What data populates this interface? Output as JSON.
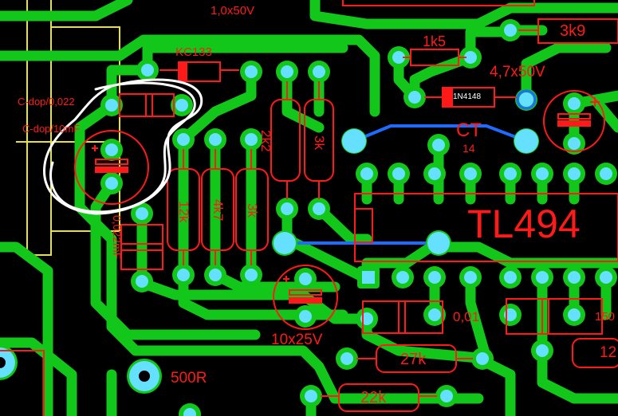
{
  "colors": {
    "background": "#000000",
    "copper": "#12c71a",
    "pad": "#66e0ff",
    "silkscreen": "#ff1a1a",
    "jumper": "#1f6bff",
    "outline": "#e8e230",
    "annotation": "#ffffff"
  },
  "labels": {
    "cap_top": "1,0x50V",
    "kc133": "KC133",
    "r1k5": "1k5",
    "r3k9": "3k9",
    "cap47": "4,7x50V",
    "diode": "1N4148",
    "c_dop1": "C-dop/0,022",
    "c_dop2": "C-dop/10mF",
    "r2k2": "2k2",
    "r3k_a": "3k",
    "r12k": "12k",
    "r4k7": "4k7",
    "r3k_b": "3k",
    "ct": "CT",
    "pin14": "14",
    "ic": "TL494",
    "c0022": "0,022mF",
    "cap10": "10x25V",
    "c001": "0,01",
    "r27k": "27k",
    "r22k": "22k",
    "r500": "500R",
    "r150": "150",
    "r12": "12"
  }
}
